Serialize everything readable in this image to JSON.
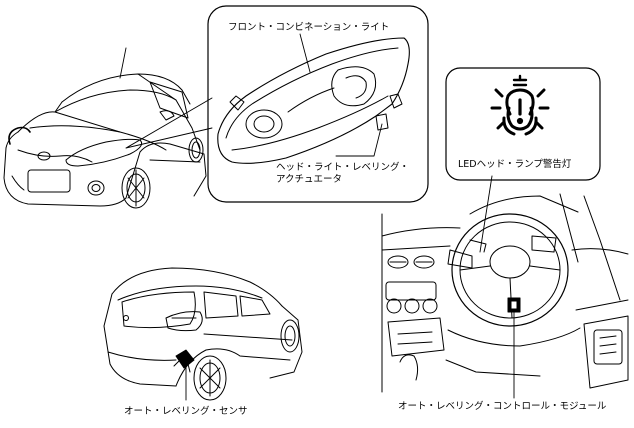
{
  "labels": {
    "front_combination_light": "フロント・コンビネーション・ライト",
    "leveling_actuator_line1": "ヘッド・ライト・レベリング・",
    "leveling_actuator_line2": "アクチュエータ",
    "warning_lamp": "LEDヘッド・ランプ警告灯",
    "auto_leveling_sensor": "オート・レベリング・センサ",
    "auto_leveling_module": "オート・レベリング・コントロール・モジュール"
  },
  "icons": {
    "warning_symbol": "headlamp-leveling-warning-icon"
  }
}
